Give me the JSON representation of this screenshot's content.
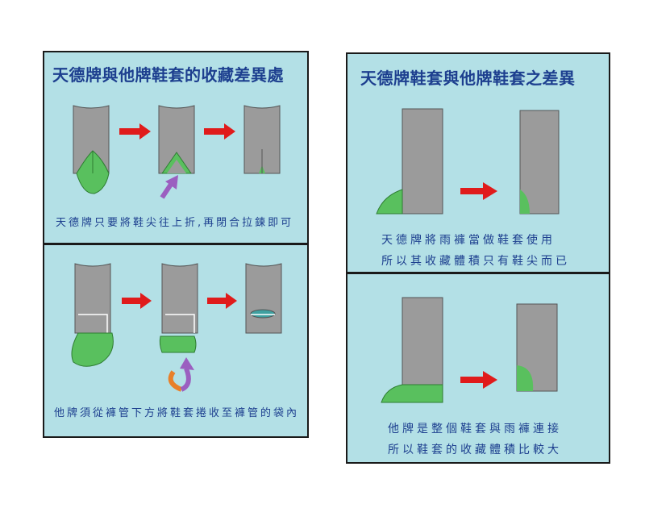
{
  "colors": {
    "panel_bg": "#b3e0e6",
    "border": "#1a1a1a",
    "title_text": "#1d3f8f",
    "pant_gray": "#9b9b9b",
    "shoe_green": "#59c05e",
    "arrow_red": "#e01b1b",
    "arrow_purple": "#9b5fc0",
    "arrow_orange": "#e8802a",
    "pocket_teal": "#3fa0a0"
  },
  "left_panel": {
    "title": "天德牌與他牌鞋套的收藏差異處",
    "top_caption": "天德牌只要將鞋尖往上折,再閉合拉鍊即可",
    "bottom_caption": "他牌須從褲管下方將鞋套捲收至褲管的袋內"
  },
  "right_panel": {
    "title": "天德牌鞋套與他牌鞋套之差異",
    "top_caption_line1": "天德牌將雨褲當做鞋套使用",
    "top_caption_line2": "所以其收藏體積只有鞋尖而已",
    "bottom_caption_line1": "他牌是整個鞋套與雨褲連接",
    "bottom_caption_line2": "所以鞋套的收藏體積比較大"
  }
}
